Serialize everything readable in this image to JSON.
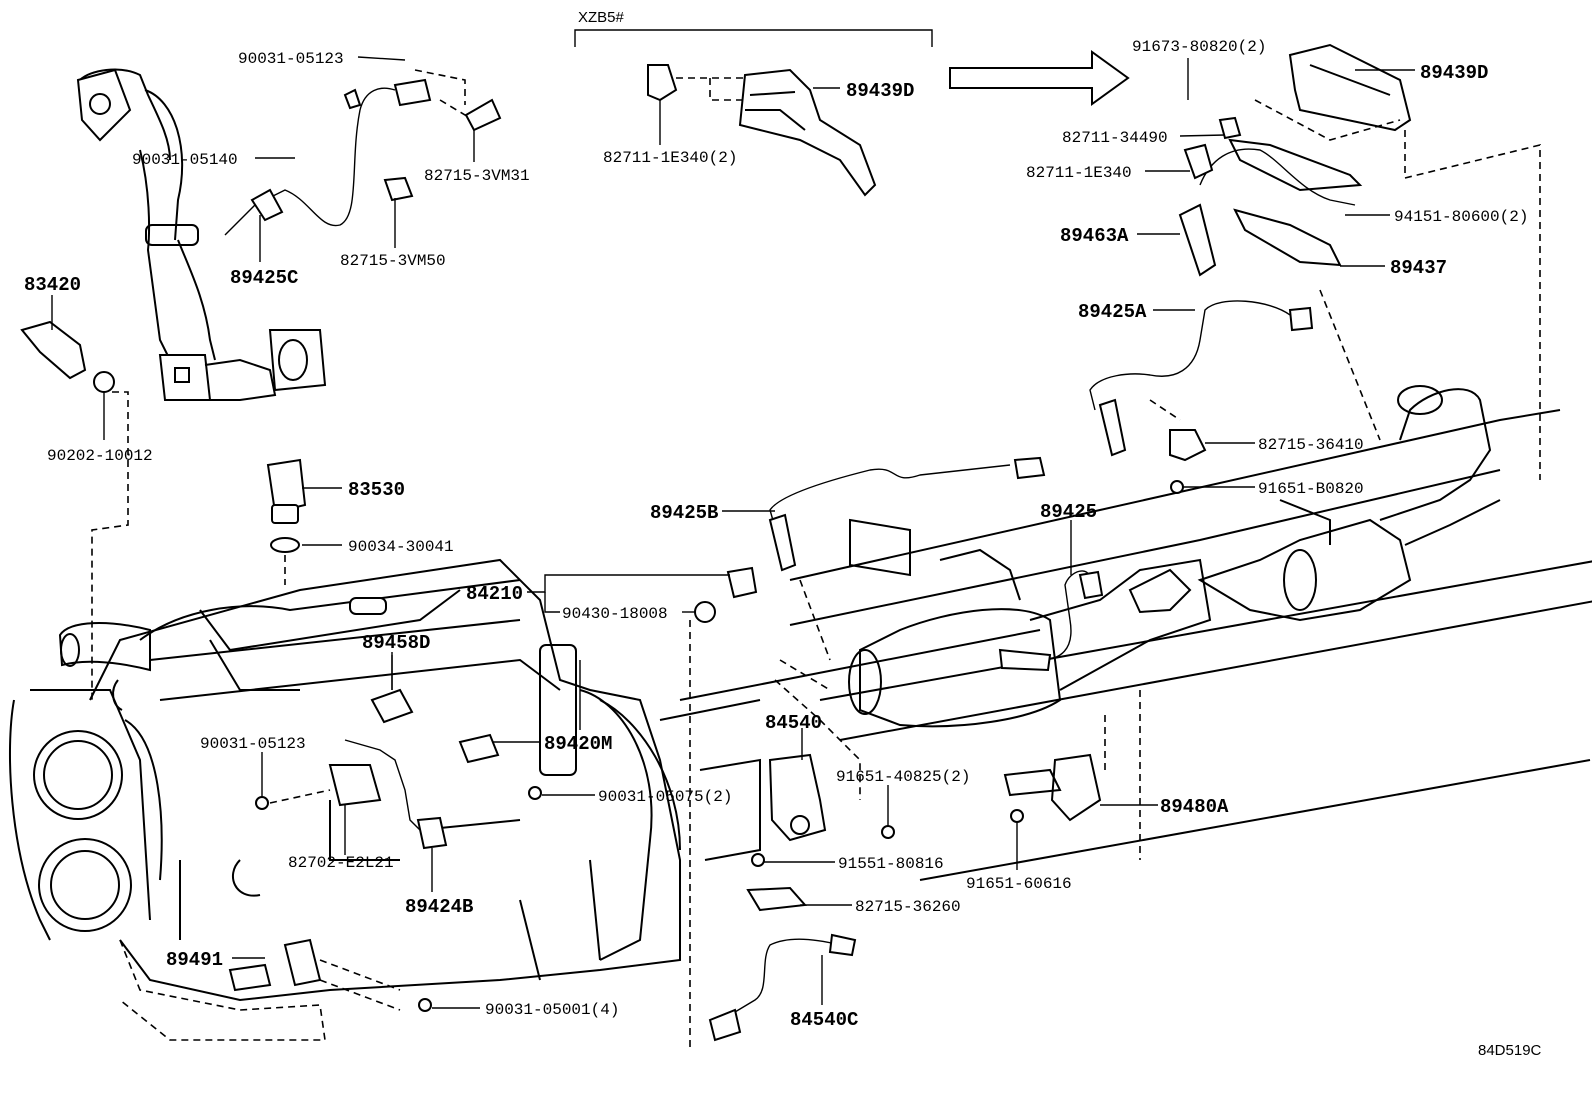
{
  "variant_label": "XZB5#",
  "diagram_code": "84D519C",
  "callouts": {
    "p90031_05123_top": "90031-05123",
    "p90031_05140": "90031-05140",
    "p82715_3VM31": "82715-3VM31",
    "p82715_3VM50": "82715-3VM50",
    "p89425C": "89425C",
    "p83420": "83420",
    "p90202_10012": "90202-10012",
    "p89439D_mid": "89439D",
    "p82711_1E340_2": "82711-1E340(2)",
    "p91673_80820_2": "91673-80820(2)",
    "p89439D_right": "89439D",
    "p82711_34490": "82711-34490",
    "p82711_1E340": "82711-1E340",
    "p94151_80600_2": "94151-80600(2)",
    "p89463A": "89463A",
    "p89437": "89437",
    "p89425A": "89425A",
    "p82715_36410": "82715-36410",
    "p91651_B0820": "91651-B0820",
    "p83530": "83530",
    "p90034_30041": "90034-30041",
    "p89425B": "89425B",
    "p89425": "89425",
    "p84210": "84210",
    "p90430_18008": "90430-18008",
    "p89458D": "89458D",
    "p89420M": "89420M",
    "p90031_05123_low": "90031-05123",
    "p84540": "84540",
    "p91651_40825_2": "91651-40825(2)",
    "p90031_05075_2": "90031-05075(2)",
    "p89480A": "89480A",
    "p82702_E2L21": "82702-E2L21",
    "p91551_80816": "91551-80816",
    "p91651_60616": "91651-60616",
    "p89424B": "89424B",
    "p82715_36260": "82715-36260",
    "p89491": "89491",
    "p90031_05001_4": "90031-05001(4)",
    "p84540C": "84540C"
  }
}
